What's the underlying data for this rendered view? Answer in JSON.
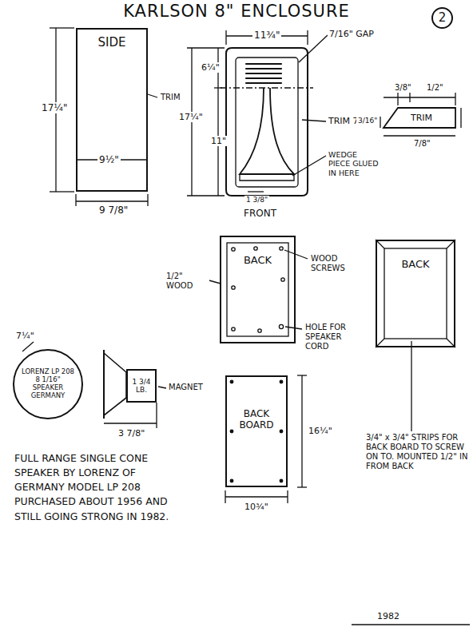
{
  "diagram": {
    "title": "KARLSON 8\" ENCLOSURE",
    "nodes": [
      {
        "text": [
          "SIDE"
        ]
      },
      {
        "text": [
          "2"
        ]
      },
      {
        "text": [
          "BACK"
        ]
      },
      {
        "text": [
          "BACK"
        ]
      },
      {
        "text": [
          "LORENZ LP 208",
          "8 1/16\"",
          "SPEAKER GERMANY"
        ]
      },
      {
        "text": [
          "1 3/4 LB."
        ]
      },
      {
        "text": [
          "BACK BOARD"
        ]
      }
    ],
    "labels": [
      "17¼\"",
      "9½\"",
      "9 7/8\"",
      "TRIM",
      "11¾\"",
      "6¼\"",
      "17¼\"",
      "11\"",
      "7/16\" GAP",
      "TRIM 7/8\"",
      "WEDGE PIECE GLUED IN HERE",
      "1 3/8\"",
      "FRONT",
      "3/8\"",
      "1/2\"",
      "3/16\"",
      "7/8\"",
      "TRIM",
      "1/2\" WOOD",
      "WOOD SCREWS",
      "HOLE FOR SPEAKER CORD",
      "16¼\"",
      "10¾\"",
      "3/4\" x 3/4\" STRIPS FOR BACK BOARD TO SCREW ON TO. MOUNTED 1/2\" IN FROM BACK",
      "7¼\"",
      "MAGNET",
      "3 7/8\"",
      "FULL RANGE SINGLE CONE SPEAKER BY LORENZ OF GERMANY MODEL LP 208 PURCHASED ABOUT 1956 AND STILL GOING STRONG IN 1982.",
      "1982"
    ]
  }
}
